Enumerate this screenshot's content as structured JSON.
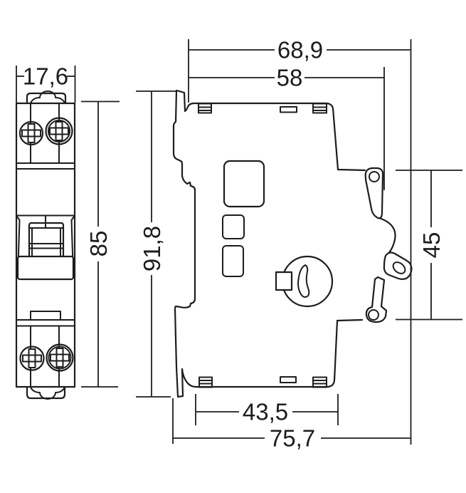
{
  "drawing": {
    "kind": "circuit-breaker dimensional drawing",
    "views": {
      "left": "front view",
      "right": "side view"
    }
  },
  "dimensions": {
    "front_width": "17,6",
    "front_height": "85",
    "overall_height": "91,8",
    "depth_overall_top": "68,9",
    "depth_body_top": "58",
    "din_rail_span": "45",
    "depth_body_bottom": "43,5",
    "depth_overall_bottom": "75,7"
  },
  "colors": {
    "line": "#1d1d1b",
    "background": "#ffffff"
  }
}
